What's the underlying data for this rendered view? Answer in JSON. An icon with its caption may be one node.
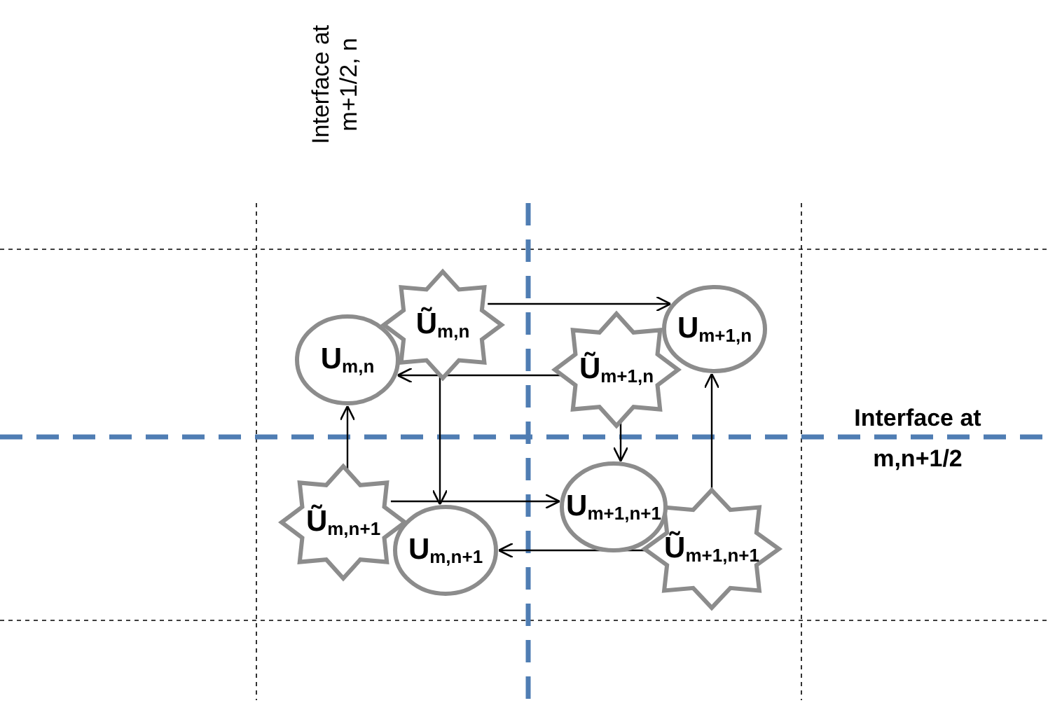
{
  "diagram": {
    "nodes": [
      {
        "text": [
          "Ũ$_{m,n}$"
        ]
      },
      {
        "text": [
          "U$_{m+1,n}$"
        ]
      },
      {
        "text": [
          "U$_{m,n}$"
        ]
      },
      {
        "text": [
          "Ũ$_{m+1,n}$"
        ]
      },
      {
        "text": [
          "U$_{m+1,n+1}$"
        ]
      },
      {
        "text": [
          "Ũ$_{m,n+1}$"
        ]
      },
      {
        "text": [
          "U$_{m,n+1}$"
        ]
      },
      {
        "text": [
          "Ũ$_{m+1,n+1}$"
        ]
      }
    ],
    "edges": [
      {
        "from": 0,
        "to": 1,
        "arrow": "to"
      },
      {
        "from": 3,
        "to": 2,
        "arrow": "to"
      },
      {
        "from": 0,
        "to": 6,
        "arrow": "to"
      },
      {
        "from": 5,
        "to": 2,
        "arrow": "to"
      },
      {
        "from": 5,
        "to": 4,
        "arrow": "to"
      },
      {
        "from": 3,
        "to": 4,
        "arrow": "to"
      },
      {
        "from": 7,
        "to": 1,
        "arrow": "to"
      },
      {
        "from": 7,
        "to": 6,
        "arrow": "to"
      }
    ],
    "labels": [
      "Interface at m+1/2, n",
      "Interface at m,n+1/2"
    ]
  }
}
